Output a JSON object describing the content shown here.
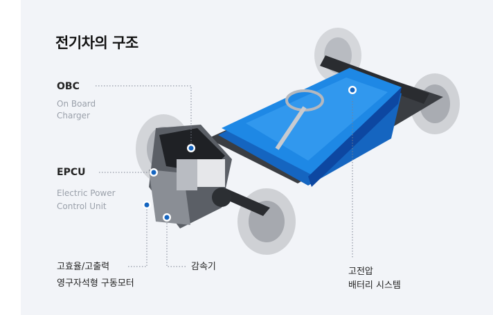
{
  "title": "전기차의 구조",
  "labels": {
    "obc": "OBC",
    "obc_line1": "On Board",
    "obc_line2": "Charger",
    "epcu": "EPCU",
    "epcu_line1": "Electric Power",
    "epcu_line2": "Control Unit",
    "motor_line1": "고효율/고출력",
    "motor_line2": "영구자석형 구동모터",
    "reducer": "감속기",
    "battery_line1": "고전압",
    "battery_line2": "배터리 시스템"
  },
  "colors": {
    "panel_bg": "#f2f4f8",
    "battery": "#1e88e5",
    "marker": "#1565c0",
    "leader": "#7a8190"
  }
}
